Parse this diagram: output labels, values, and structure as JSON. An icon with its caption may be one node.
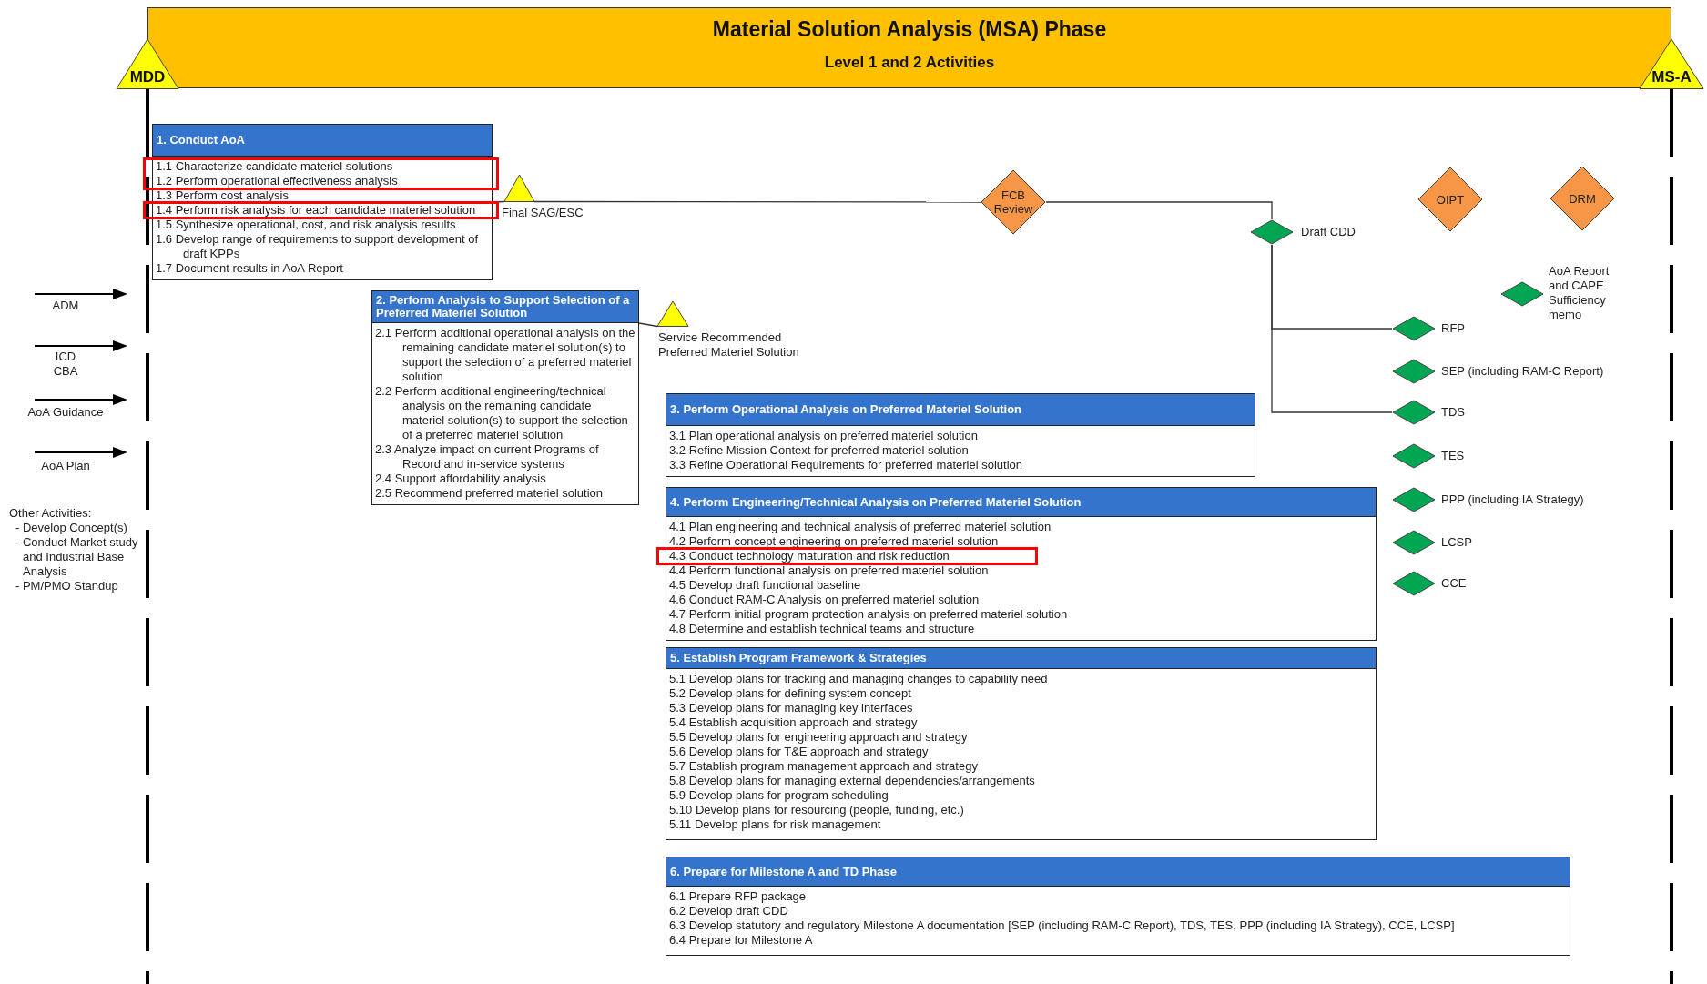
{
  "diagram": {
    "title": "Material Solution Analysis (MSA) Phase",
    "nodes": [
      {
        "text": [
          "MDD"
        ]
      },
      {
        "text": [
          "MS-A"
        ]
      },
      {
        "text": [
          "1. Conduct AoA",
          "1.1 Characterize candidate materiel solutions",
          "1.2 Perform operational effectiveness analysis",
          "1.3 Perform cost analysis",
          "1.4 Perform risk analysis for each candidate materiel solution",
          "1.5 Synthesize operational, cost, and risk analysis results",
          "1.6 Develop range of requirements to support development of draft KPPs",
          "1.7 Document results in AoA Report"
        ]
      },
      {
        "text": [],
        "shape": "triangle",
        "beside": [
          "Final SAG/ESC"
        ]
      },
      {
        "text": [
          "FCB Review"
        ]
      },
      {
        "text": [
          "OIPT"
        ]
      },
      {
        "text": [
          "DRM"
        ]
      },
      {
        "text": [],
        "shape": "diamond",
        "beside": [
          "Draft CDD"
        ]
      },
      {
        "text": [
          "2. Perform Analysis to Support Selection of a Preferred Materiel Solution",
          "2.1 Perform additional operational analysis on the remaining candidate materiel solution(s) to support the selection of a preferred materiel solution",
          "2.2 Perform additional engineering/technical analysis on the remaining candidate materiel solution(s) to support the selection of a preferred materiel solution",
          "2.3 Analyze impact on current Programs of Record and in-service systems",
          "2.4 Support affordability analysis",
          "2.5 Recommend preferred materiel solution"
        ]
      },
      {
        "text": [],
        "shape": "triangle",
        "beside": [
          "Service Recommended Preferred Materiel Solution"
        ]
      },
      {
        "text": [],
        "shape": "diamond",
        "beside": [
          "AoA Report and CAPE Sufficiency memo"
        ]
      },
      {
        "text": [],
        "shape": "diamond",
        "beside": [
          "RFP"
        ]
      },
      {
        "text": [],
        "shape": "diamond",
        "beside": [
          "SEP (including RAM-C Report)"
        ]
      },
      {
        "text": [
          "3. Perform Operational Analysis on Preferred Materiel Solution",
          "3.1 Plan operational analysis on preferred materiel solution",
          "3.2 Refine Mission Context for preferred materiel solution",
          "3.3 Refine Operational Requirements for preferred materiel solution"
        ]
      },
      {
        "text": [],
        "shape": "diamond",
        "beside": [
          "TDS"
        ]
      },
      {
        "text": [],
        "shape": "diamond",
        "beside": [
          "TES"
        ]
      },
      {
        "text": [
          "4. Perform Engineering/Technical Analysis on Preferred Materiel Solution",
          "4.1 Plan engineering and technical analysis of preferred materiel solution",
          "4.2 Perform concept engineering on preferred materiel solution",
          "4.3 Conduct technology maturation and risk reduction",
          "4.4 Perform functional analysis on preferred materiel solution",
          "4.5 Develop draft functional baseline",
          "4.6 Conduct RAM-C Analysis on preferred materiel solution",
          "4.7 Perform initial program protection analysis on preferred materiel solution",
          "4.8 Determine and establish technical teams and structure"
        ]
      },
      {
        "text": [],
        "shape": "diamond",
        "beside": [
          "PPP (including IA Strategy)"
        ]
      },
      {
        "text": [],
        "shape": "diamond",
        "beside": [
          "LCSP"
        ]
      },
      {
        "text": [],
        "shape": "diamond",
        "beside": [
          "CCE"
        ]
      },
      {
        "text": [
          "5. Establish Program Framework & Strategies",
          "5.1 Develop plans for tracking and managing changes to capability need",
          "5.2 Develop plans for defining system concept",
          "5.3 Develop plans for managing key interfaces",
          "5.4 Establish acquisition approach and strategy",
          "5.5 Develop plans for engineering approach and strategy",
          "5.6 Develop plans for T&E approach and strategy",
          "5.7 Establish program management approach and strategy",
          "5.8 Develop plans for managing external dependencies/arrangements",
          "5.9 Develop plans for program scheduling",
          "5.10 Develop plans for resourcing (people, funding, etc.)",
          "5.11 Develop plans for risk management"
        ]
      },
      {
        "text": [
          "6. Prepare for Milestone  A and TD Phase",
          "6.1 Prepare RFP package",
          "6.2 Develop draft CDD",
          "6.3 Develop statutory and regulatory Milestone A documentation [SEP (including RAM-C Report), TDS, TES, PPP (including IA Strategy), CCE, LCSP]",
          "6.4 Prepare for Milestone A"
        ]
      }
    ],
    "edges": [
      {
        "from": 2,
        "to": 3,
        "arrow": "none"
      },
      {
        "from": 3,
        "to": 4,
        "arrow": "none"
      },
      {
        "from": 4,
        "to": 7,
        "arrow": "none"
      },
      {
        "from": 7,
        "to": 11,
        "arrow": "none"
      },
      {
        "from": 7,
        "to": 14,
        "arrow": "none"
      },
      {
        "from": 8,
        "to": 9,
        "arrow": "none"
      }
    ],
    "labels": [
      "Level 1 and 2 Activities",
      "ADM",
      "ICD CBA",
      "AoA Guidance",
      "AoA Plan",
      "Other Activities:",
      "- Develop Concept(s)",
      "- Conduct Market study and Industrial Base Analysis",
      "- PM/PMO Standup"
    ]
  }
}
